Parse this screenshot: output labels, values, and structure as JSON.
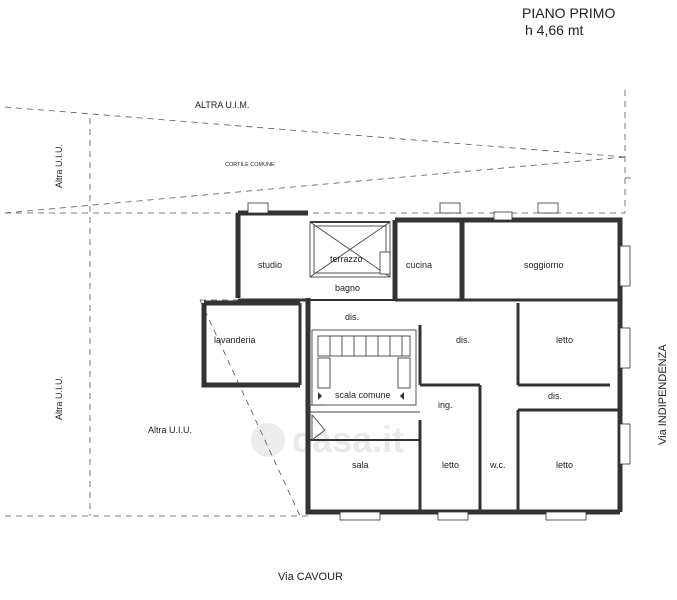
{
  "header": {
    "floor_title": "PIANO PRIMO",
    "height": "h 4,66 mt"
  },
  "neighbors": {
    "top": "ALTRA U.I.M.",
    "courtyard": "CORTILE COMUNE",
    "left_upper": "Altra U.I.U.",
    "left_lower": "Altra U.I.U.",
    "bottom_left": "Altra U.I.U."
  },
  "streets": {
    "south": "Via CAVOUR",
    "east": "Via INDIPENDENZA"
  },
  "rooms": {
    "studio": "studio",
    "terrazzo": "terrazzo",
    "cucina": "cucina",
    "soggiorno": "soggiorno",
    "bagno": "bagno",
    "lavanderia": "lavanderia",
    "dis1": "dis.",
    "dis2": "dis.",
    "dis3": "dis.",
    "letto1": "letto",
    "scala": "scala comune",
    "ing": "ing.",
    "sala": "sala",
    "letto2": "letto",
    "wc": "w.c.",
    "letto3": "letto"
  },
  "watermark": "casa.it"
}
